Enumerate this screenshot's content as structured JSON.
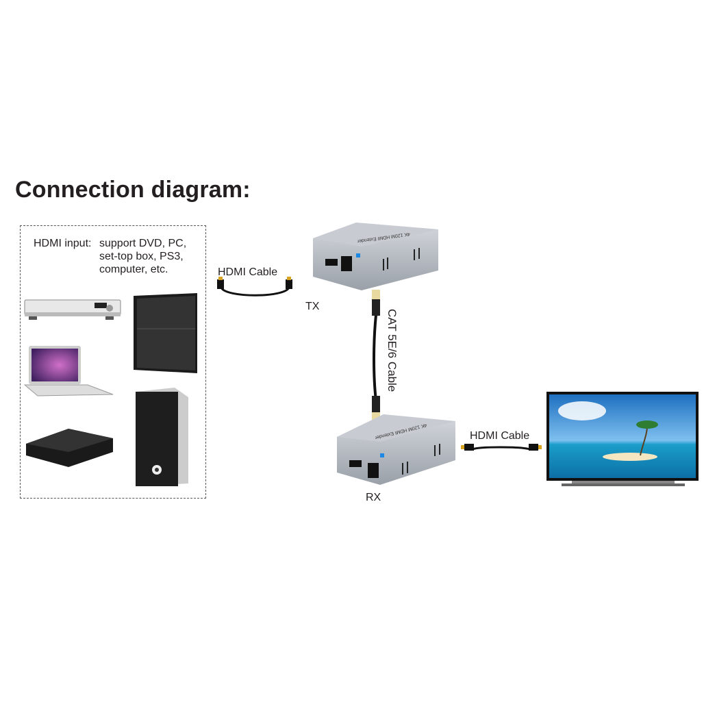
{
  "title": "Connection diagram:",
  "source_box": {
    "label": "HDMI input:",
    "description_lines": [
      "support DVD, PC,",
      "set-top box, PS3,",
      "computer, etc."
    ],
    "devices": [
      "dvd-player",
      "ps3-console",
      "laptop",
      "set-top-box",
      "desktop-computer"
    ]
  },
  "cables": {
    "input_hdmi": "HDMI Cable",
    "cat": "CAT 5E/6 Cable",
    "output_hdmi": "HDMI Cable"
  },
  "transmitter": {
    "label": "TX",
    "device_text": "4K 120M HDMI Extender"
  },
  "receiver": {
    "label": "RX",
    "device_text": "4K 120M HDMI Extender"
  },
  "colors": {
    "cable": "#111111",
    "connector_gold": "#d9a520",
    "device_silver": "#b9bec6",
    "logo_blue": "#1e88e5"
  }
}
